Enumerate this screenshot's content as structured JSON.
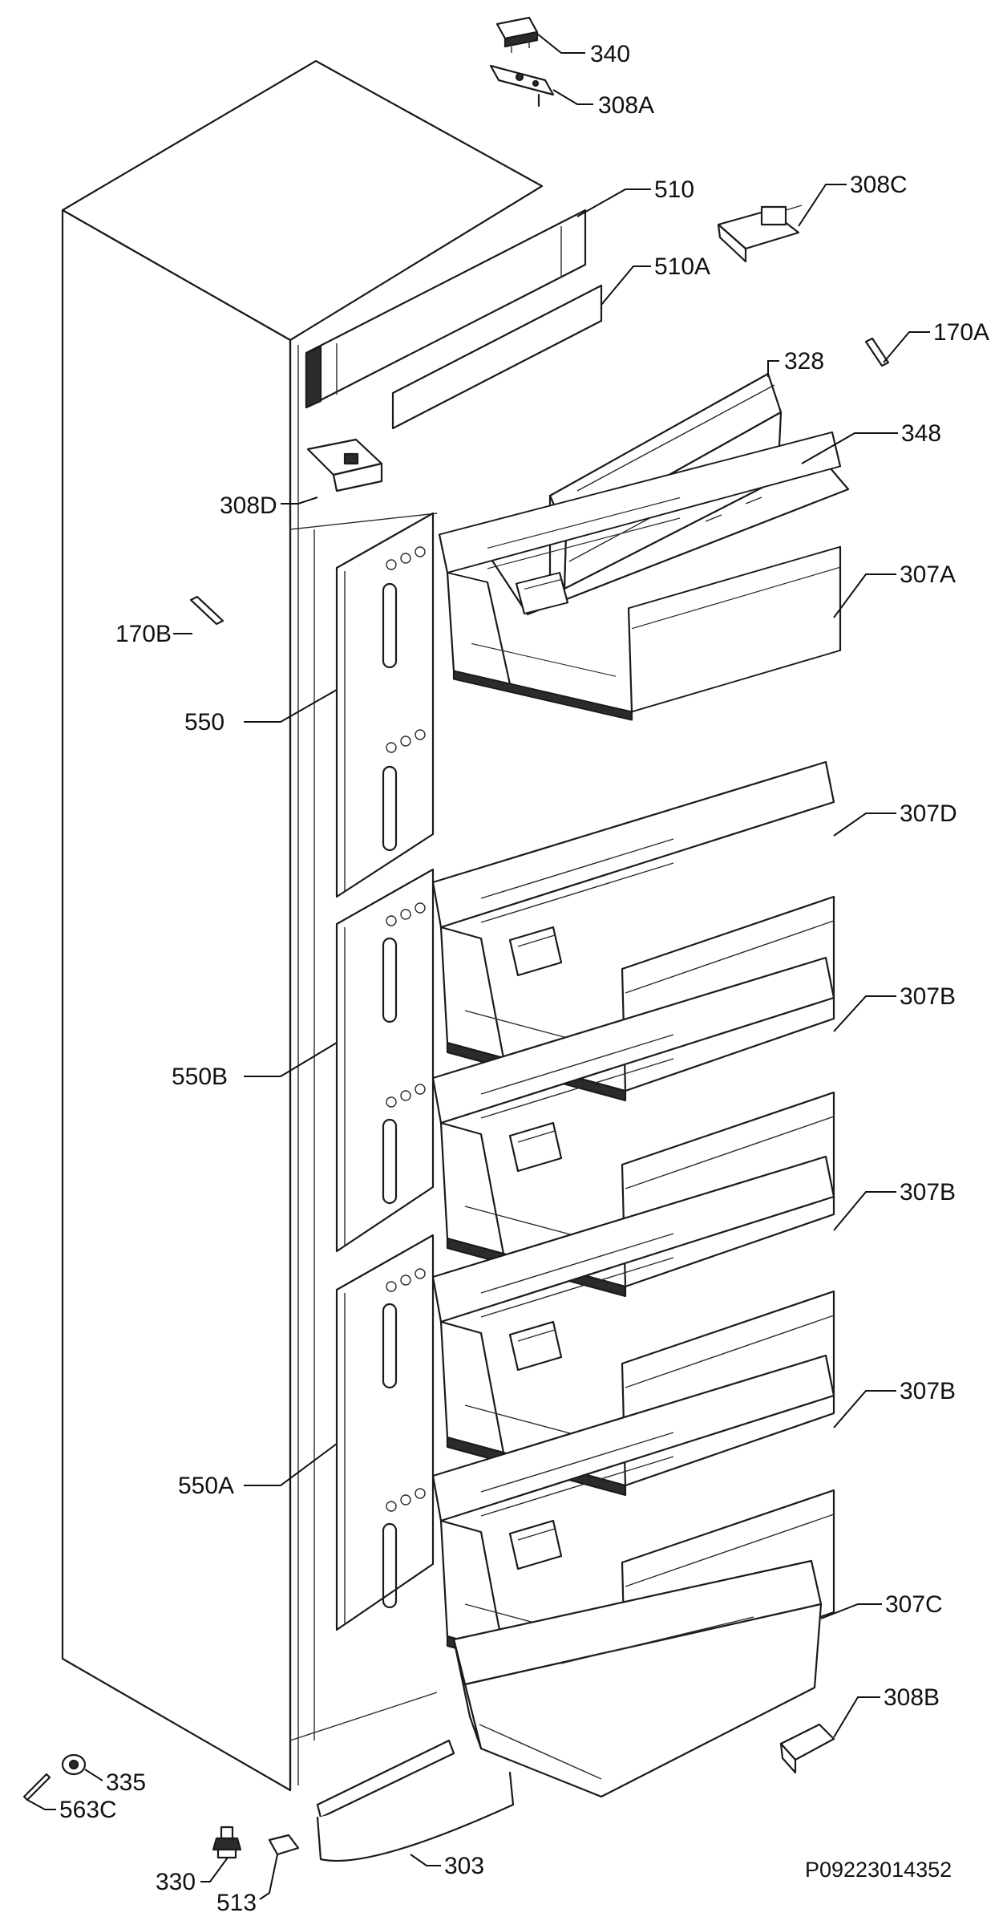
{
  "diagram": {
    "labels": {
      "340": "340",
      "308A": "308A",
      "510": "510",
      "308C": "308C",
      "510A": "510A",
      "170A": "170A",
      "328": "328",
      "348": "348",
      "308D": "308D",
      "307A": "307A",
      "170B": "170B",
      "550": "550",
      "307D": "307D",
      "307B_1": "307B",
      "550B": "550B",
      "307B_2": "307B",
      "307B_3": "307B",
      "550A": "550A",
      "307C": "307C",
      "308B": "308B",
      "335": "335",
      "563C": "563C",
      "330": "330",
      "303": "303",
      "513": "513"
    },
    "document_id": "P09223014352"
  }
}
